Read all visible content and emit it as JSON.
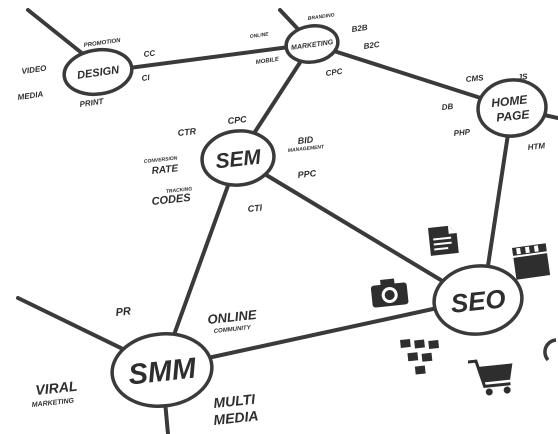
{
  "nodes": {
    "design": {
      "label": "DESIGN"
    },
    "marketing": {
      "label": "MARKETING"
    },
    "home_page": {
      "line1": "HOME",
      "line2": "PAGE"
    },
    "sem": {
      "label": "SEM"
    },
    "seo": {
      "label": "SEO"
    },
    "smm": {
      "label": "SMM"
    }
  },
  "terms": {
    "promotion": "PROMOTION",
    "video": "VIDEO",
    "media": "MEDIA",
    "cc": "CC",
    "ci": "CI",
    "print": "PRINT",
    "branding": "BRANDING",
    "online": "ONLINE",
    "b2b": "B2B",
    "b2c": "B2C",
    "mobile": "MOBILE",
    "cpc_top": "CPC",
    "cms": "CMS",
    "js": "JS",
    "db": "DB",
    "php": "PHP",
    "html": "HTM",
    "ctr": "CTR",
    "cpc_sem": "CPC",
    "bid": "BID",
    "bid_management": "MANAGEMENT",
    "conversion": "CONVERSION",
    "rate": "RATE",
    "tracking": "TRACKING",
    "codes": "CODES",
    "ppc": "PPC",
    "cti": "CTI",
    "pr": "PR",
    "online_smm": "ONLINE",
    "community": "COMMUNITY",
    "viral": "VIRAL",
    "viral_marketing": "MARKETING",
    "multi": "MULTI",
    "multi_media": "MEDIA"
  },
  "icons": [
    "document-icon",
    "film-clapper-icon",
    "camera-icon",
    "sitemap-icon",
    "shopping-cart-icon"
  ]
}
